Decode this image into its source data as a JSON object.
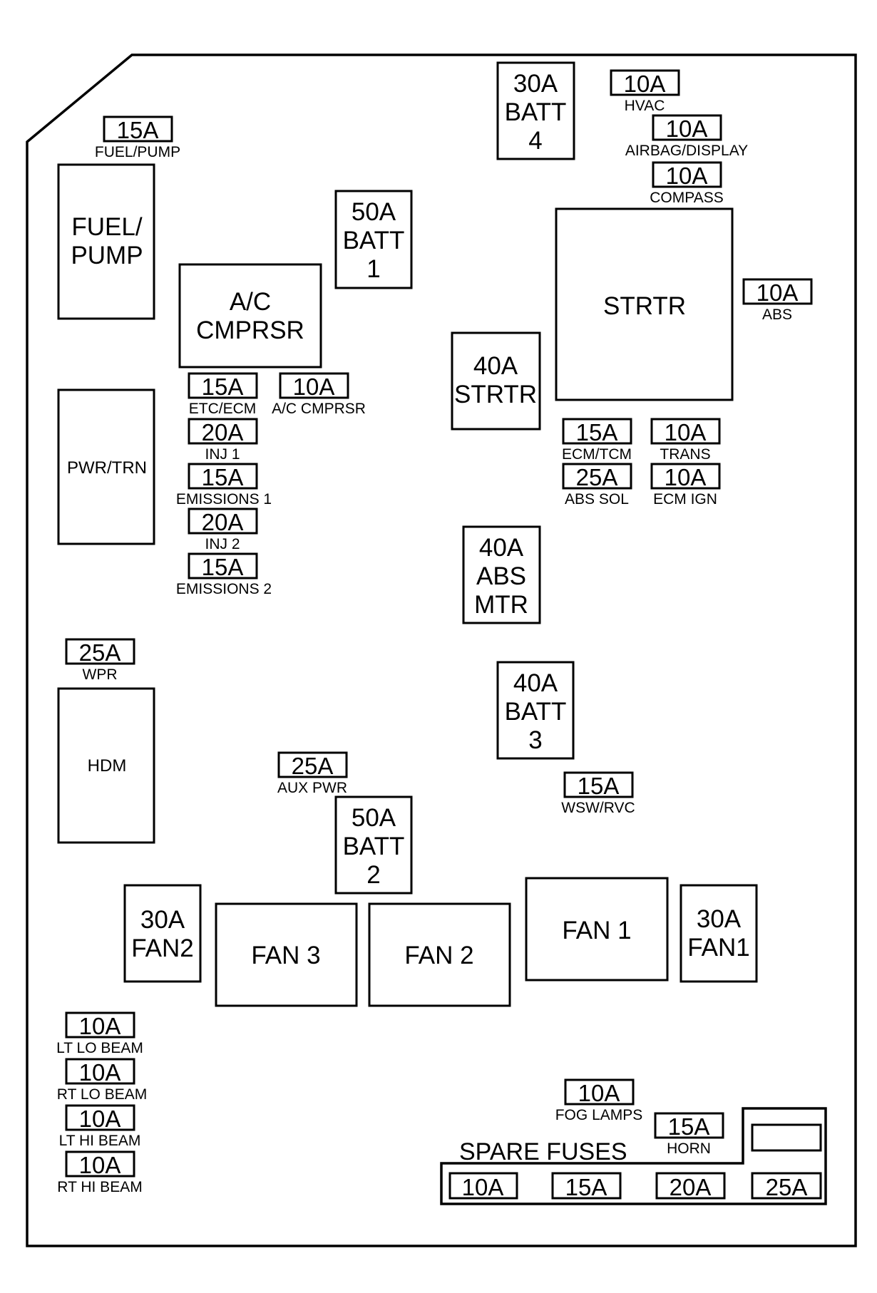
{
  "relays": {
    "fuel_pump": {
      "lines": [
        "FUEL/",
        "PUMP"
      ]
    },
    "pwr_trn": {
      "lines": [
        "PWR/TRN"
      ]
    },
    "hdm": {
      "lines": [
        "HDM"
      ]
    },
    "ac_cmprsr": {
      "lines": [
        "A/C",
        "CMPRSR"
      ]
    },
    "strtr": {
      "lines": [
        "STRTR"
      ]
    },
    "fan3": {
      "lines": [
        "FAN 3"
      ]
    },
    "fan2": {
      "lines": [
        "FAN 2"
      ]
    },
    "fan1": {
      "lines": [
        "FAN 1"
      ]
    }
  },
  "maxi_fuses": {
    "batt4": {
      "lines": [
        "30A",
        "BATT",
        "4"
      ]
    },
    "batt1": {
      "lines": [
        "50A",
        "BATT",
        "1"
      ]
    },
    "strtr40": {
      "lines": [
        "40A",
        "STRTR"
      ]
    },
    "abs_mtr": {
      "lines": [
        "40A",
        "ABS",
        "MTR"
      ]
    },
    "batt3": {
      "lines": [
        "40A",
        "BATT",
        "3"
      ]
    },
    "batt2": {
      "lines": [
        "50A",
        "BATT",
        "2"
      ]
    },
    "fan2_30": {
      "lines": [
        "30A",
        "FAN2"
      ]
    },
    "fan1_30": {
      "lines": [
        "30A",
        "FAN1"
      ]
    }
  },
  "mini_fuses": {
    "fuel_pump": {
      "amp": "15A",
      "label": "FUEL/PUMP"
    },
    "hvac": {
      "amp": "10A",
      "label": "HVAC"
    },
    "airbag_display": {
      "amp": "10A",
      "label": "AIRBAG/DISPLAY"
    },
    "compass": {
      "amp": "10A",
      "label": "COMPASS"
    },
    "abs": {
      "amp": "10A",
      "label": "ABS"
    },
    "etc_ecm": {
      "amp": "15A",
      "label": "ETC/ECM"
    },
    "ac_cmprsr": {
      "amp": "10A",
      "label": "A/C CMPRSR"
    },
    "inj1": {
      "amp": "20A",
      "label": "INJ 1"
    },
    "emissions1": {
      "amp": "15A",
      "label": "EMISSIONS 1"
    },
    "inj2": {
      "amp": "20A",
      "label": "INJ 2"
    },
    "emissions2": {
      "amp": "15A",
      "label": "EMISSIONS 2"
    },
    "ecm_tcm": {
      "amp": "15A",
      "label": "ECM/TCM"
    },
    "trans": {
      "amp": "10A",
      "label": "TRANS"
    },
    "abs_sol": {
      "amp": "25A",
      "label": "ABS SOL"
    },
    "ecm_ign": {
      "amp": "10A",
      "label": "ECM IGN"
    },
    "wpr": {
      "amp": "25A",
      "label": "WPR"
    },
    "aux_pwr": {
      "amp": "25A",
      "label": "AUX PWR"
    },
    "wsw_rvc": {
      "amp": "15A",
      "label": "WSW/RVC"
    },
    "lt_lo_beam": {
      "amp": "10A",
      "label": "LT LO BEAM"
    },
    "rt_lo_beam": {
      "amp": "10A",
      "label": "RT LO BEAM"
    },
    "lt_hi_beam": {
      "amp": "10A",
      "label": "LT HI BEAM"
    },
    "rt_hi_beam": {
      "amp": "10A",
      "label": "RT HI BEAM"
    },
    "fog_lamps": {
      "amp": "10A",
      "label": "FOG LAMPS"
    },
    "horn": {
      "amp": "15A",
      "label": "HORN"
    }
  },
  "spare": {
    "title": "SPARE FUSES",
    "fuses": [
      "10A",
      "15A",
      "20A",
      "25A"
    ]
  }
}
